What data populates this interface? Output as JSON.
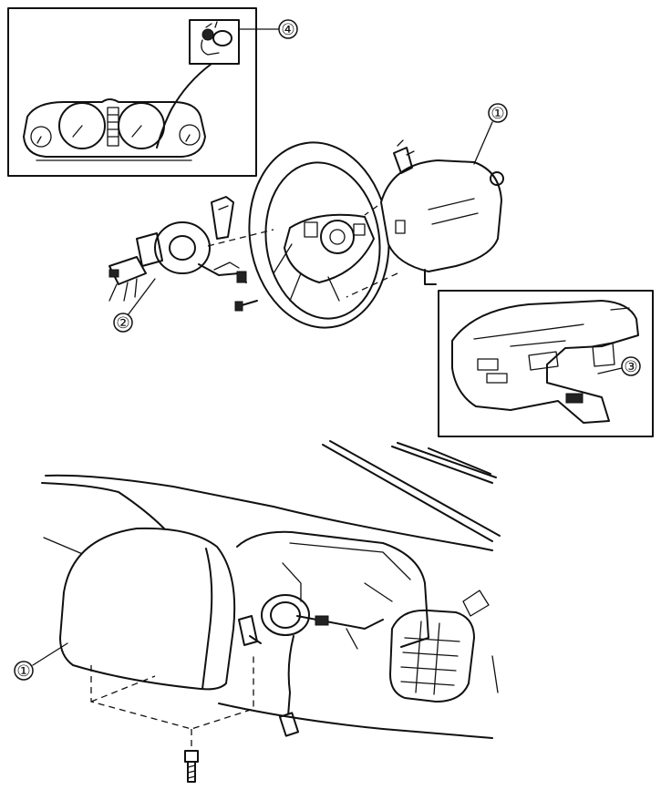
{
  "callouts": {
    "c1_top": "①",
    "c2": "②",
    "c3": "③",
    "c4": "④",
    "c1_bottom": "①"
  }
}
